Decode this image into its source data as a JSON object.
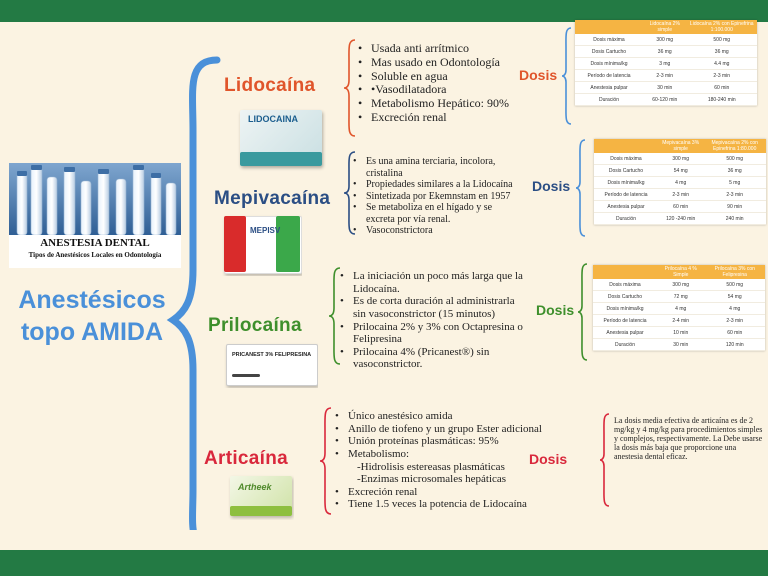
{
  "colors": {
    "header_bar": "#237a44",
    "background": "#fbf3e2",
    "main_title": "#4a90d9",
    "lidocaina": "#e0552b",
    "mepivacaina": "#2b4e84",
    "prilocaina": "#3e8f2c",
    "articaina": "#d9283c",
    "table_header": "#f5b443"
  },
  "cover": {
    "title": "ANESTESIA DENTAL",
    "subtitle": "Tipos de Anestésicos Locales en Odontología"
  },
  "main_title": {
    "line1": "Anestésicos",
    "line2": "topo AMIDA"
  },
  "dosis_label": "Dosis",
  "drugs": {
    "lidocaina": {
      "name": "Lidocaína",
      "box_text": "LIDOCAINA",
      "points": [
        "Usada anti arrítmico",
        "Mas usado en Odontología",
        "Soluble en agua",
        "•Vasodilatadora",
        "Metabolismo Hepático: 90%",
        "Excreción renal"
      ],
      "table": {
        "headers": [
          "",
          "Lidocaína 2% simple",
          "Lidocaína 2% con Epinefrina 1:100.000"
        ],
        "rows": [
          [
            "Dosis máxima",
            "300 mg",
            "500 mg"
          ],
          [
            "Dosis Cartucho",
            "36 mg",
            "36 mg"
          ],
          [
            "Dosis mínima/kg",
            "3 mg",
            "4.4 mg"
          ],
          [
            "Período de latencia",
            "2-3 min",
            "2-3 min"
          ],
          [
            "Anestesia pulpar",
            "30 min",
            "60 min"
          ],
          [
            "Duración",
            "60-120 min",
            "180-240 min"
          ]
        ]
      }
    },
    "mepivacaina": {
      "name": "Mepivacaína",
      "box_text": "MEPISV",
      "points": [
        "Es una amina terciaria, incolora, cristalina",
        "Propiedades similares a la Lidocaína",
        "Sintetizada por Ekemnstam en 1957",
        "Se metaboliza en el hígado y se excreta por vía renal.",
        "Vasoconstrictora"
      ],
      "table": {
        "headers": [
          "",
          "Mepivacaína 3% simple",
          "Mepivacaína 2% con Epinefrina 1:80.000"
        ],
        "rows": [
          [
            "Dosis máxima",
            "300 mg",
            "500 mg"
          ],
          [
            "Dosis Cartucho",
            "54 mg",
            "36 mg"
          ],
          [
            "Dosis mínima/kg",
            "4 mg",
            "5 mg"
          ],
          [
            "Período de latencia",
            "2-3 min",
            "2-3 min"
          ],
          [
            "Anestesia pulpar",
            "60 min",
            "90 min"
          ],
          [
            "Duración",
            "120 -240 min",
            "240 min"
          ]
        ]
      }
    },
    "prilocaina": {
      "name": "Prilocaína",
      "box_text": "PRICANEST 3% FELIPRESINA",
      "points": [
        "La iniciación un poco más larga que la Lidocaína.",
        "Es de corta duración al administrarla sin vasoconstrictor (15 minutos)",
        "Prilocaina 2% y 3% con Octapresina o Felipresina",
        "Prilocaina 4% (Pricanest®) sin vasoconstrictor."
      ],
      "table": {
        "headers": [
          "",
          "Prilocaína 4 % Simple",
          "Prilocaína 3% con Felipresina"
        ],
        "rows": [
          [
            "Dosis máxima",
            "300 mg",
            "500 mg"
          ],
          [
            "Dosis Cartucho",
            "72 mg",
            "54 mg"
          ],
          [
            "Dosis mínima/kg",
            "4 mg",
            "4 mg"
          ],
          [
            "Período de latencia",
            "2-4 min",
            "2-3 min"
          ],
          [
            "Anestesia pulpar",
            "10 min",
            "60 min"
          ],
          [
            "Duración",
            "30 min",
            "120 min"
          ]
        ]
      }
    },
    "articaina": {
      "name": "Articaína",
      "box_text": "Artheek",
      "points": [
        {
          "text": "Único anestésico amida",
          "sub": false
        },
        {
          "text": "Anillo de tiofeno y un grupo Ester adicional",
          "sub": false
        },
        {
          "text": "Unión proteínas plasmáticas: 95%",
          "sub": false
        },
        {
          "text": "Metabolismo:",
          "sub": false
        },
        {
          "text": "-Hidrolisis estereasas plasmáticas",
          "sub": true
        },
        {
          "text": "-Enzimas microsomales hepáticas",
          "sub": true
        },
        {
          "text": "Excreción renal",
          "sub": false
        },
        {
          "text": " Tiene 1.5 veces la potencia de Lidocaína",
          "sub": false
        }
      ],
      "dosis_text": "La dosis media efectiva de articaína es de 2 mg/kg y 4 mg/kg para procedimientos simples y complejos, respectivamente. La Debe usarse la dosis más baja que proporcione una anestesia dental eficaz."
    }
  }
}
